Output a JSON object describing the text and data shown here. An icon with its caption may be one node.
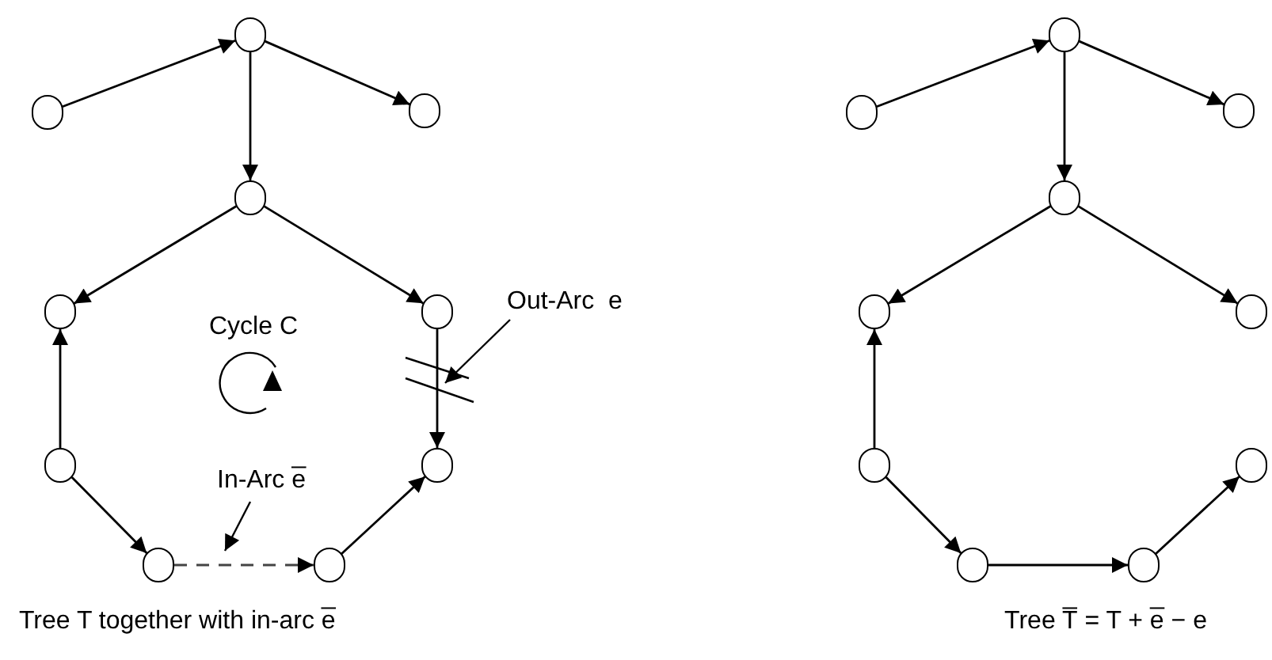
{
  "diagram": {
    "nodes": [
      {
        "text": [],
        "shape": "circle"
      },
      {
        "text": [],
        "shape": "circle"
      },
      {
        "text": [],
        "shape": "circle"
      },
      {
        "text": [],
        "shape": "circle"
      },
      {
        "text": [],
        "shape": "circle"
      },
      {
        "text": [],
        "shape": "circle"
      },
      {
        "text": [],
        "shape": "circle"
      },
      {
        "text": [],
        "shape": "circle"
      },
      {
        "text": [],
        "shape": "circle"
      },
      {
        "text": [],
        "shape": "circle"
      },
      {
        "text": [],
        "shape": "circle"
      },
      {
        "text": [],
        "shape": "circle"
      },
      {
        "text": [],
        "shape": "circle"
      },
      {
        "text": [],
        "shape": "circle"
      },
      {
        "text": [],
        "shape": "circle"
      },
      {
        "text": [],
        "shape": "circle"
      },
      {
        "text": [],
        "shape": "circle"
      },
      {
        "text": [],
        "shape": "circle"
      },
      {
        "text": [],
        "shape": "circle"
      },
      {
        "text": [],
        "shape": "circle"
      },
      {
        "text": [
          "Out-Arc  e"
        ]
      },
      {
        "text": [
          "In-Arc e̅"
        ]
      }
    ],
    "edges": [
      {
        "from": 1,
        "to": 0,
        "arrow": "to"
      },
      {
        "from": 0,
        "to": 2,
        "arrow": "to"
      },
      {
        "from": 0,
        "to": 3,
        "arrow": "to"
      },
      {
        "from": 3,
        "to": 4,
        "arrow": "to"
      },
      {
        "from": 3,
        "to": 5,
        "arrow": "to"
      },
      {
        "from": 5,
        "to": 7,
        "arrow": "to"
      },
      {
        "from": 6,
        "to": 4,
        "arrow": "to"
      },
      {
        "from": 6,
        "to": 8,
        "arrow": "to"
      },
      {
        "from": 8,
        "to": 9,
        "arrow": "to",
        "style": "dashed"
      },
      {
        "from": 9,
        "to": 7,
        "arrow": "to"
      },
      {
        "from": 11,
        "to": 10,
        "arrow": "to"
      },
      {
        "from": 10,
        "to": 12,
        "arrow": "to"
      },
      {
        "from": 10,
        "to": 13,
        "arrow": "to"
      },
      {
        "from": 13,
        "to": 14,
        "arrow": "to"
      },
      {
        "from": 13,
        "to": 15,
        "arrow": "to"
      },
      {
        "from": 16,
        "to": 14,
        "arrow": "to"
      },
      {
        "from": 16,
        "to": 18,
        "arrow": "to"
      },
      {
        "from": 18,
        "to": 19,
        "arrow": "to"
      },
      {
        "from": 19,
        "to": 17,
        "arrow": "to"
      },
      {
        "from": 20,
        "to": null,
        "arrow": "to"
      },
      {
        "from": 21,
        "to": null,
        "arrow": "to"
      }
    ],
    "labels": [
      "Cycle C",
      "Tree T together with in-arc e̅",
      "Tree T̅ = T + e̅ − e"
    ]
  }
}
